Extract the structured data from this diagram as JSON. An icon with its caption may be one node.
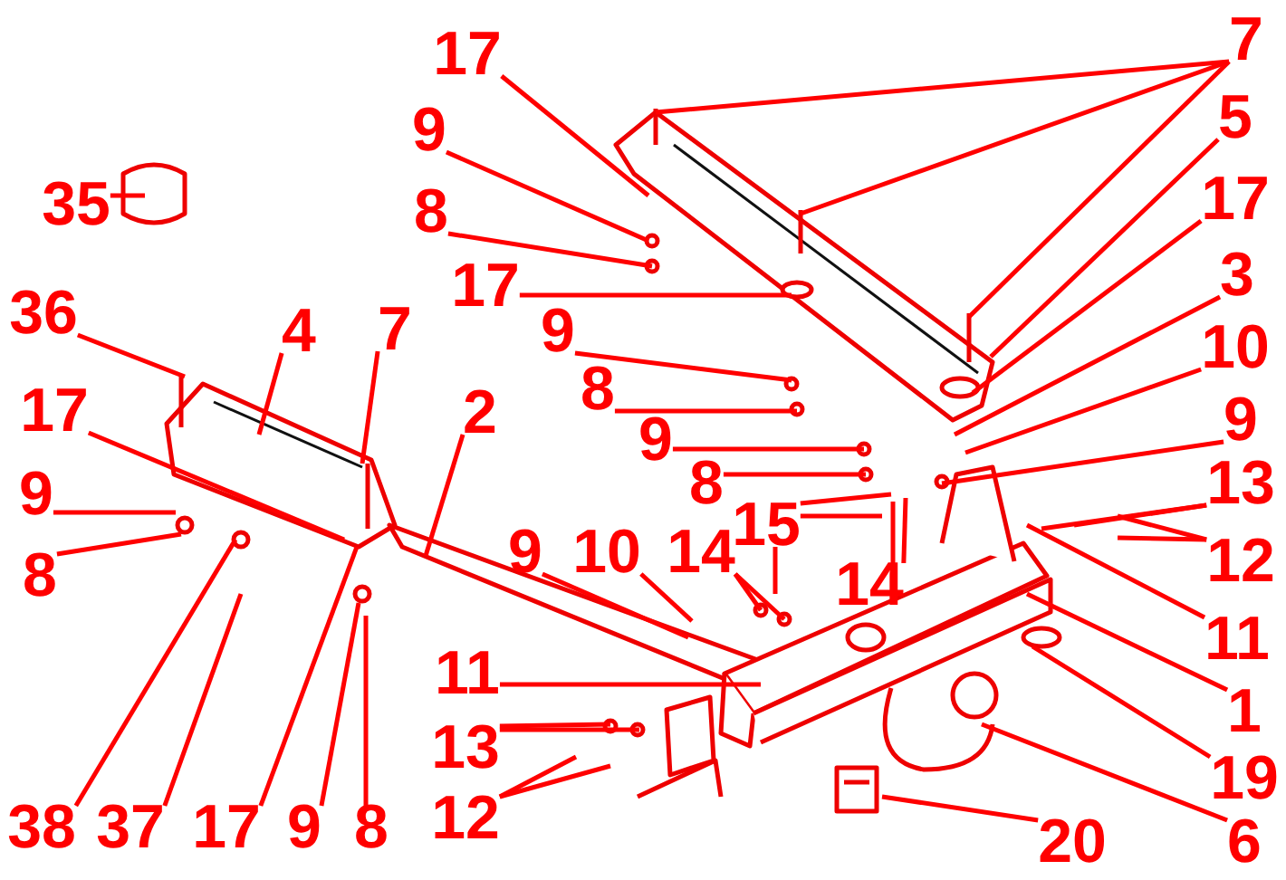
{
  "diagram": {
    "nodes": [
      {
        "text": [
          "17"
        ]
      },
      {
        "text": [
          "7"
        ]
      },
      {
        "text": [
          "9"
        ]
      },
      {
        "text": [
          "5"
        ]
      },
      {
        "text": [
          "35"
        ]
      },
      {
        "text": [
          "8"
        ]
      },
      {
        "text": [
          "17"
        ]
      },
      {
        "text": [
          "17"
        ]
      },
      {
        "text": [
          "3"
        ]
      },
      {
        "text": [
          "36"
        ]
      },
      {
        "text": [
          "4"
        ]
      },
      {
        "text": [
          "7"
        ]
      },
      {
        "text": [
          "9"
        ]
      },
      {
        "text": [
          "10"
        ]
      },
      {
        "text": [
          "8"
        ]
      },
      {
        "text": [
          "17"
        ]
      },
      {
        "text": [
          "2"
        ]
      },
      {
        "text": [
          "9"
        ]
      },
      {
        "text": [
          "9"
        ]
      },
      {
        "text": [
          "13"
        ]
      },
      {
        "text": [
          "8"
        ]
      },
      {
        "text": [
          "9"
        ]
      },
      {
        "text": [
          "15"
        ]
      },
      {
        "text": [
          "9"
        ]
      },
      {
        "text": [
          "10"
        ]
      },
      {
        "text": [
          "14"
        ]
      },
      {
        "text": [
          "12"
        ]
      },
      {
        "text": [
          "8"
        ]
      },
      {
        "text": [
          "14"
        ]
      },
      {
        "text": [
          "11"
        ]
      },
      {
        "text": [
          "11"
        ]
      },
      {
        "text": [
          "1"
        ]
      },
      {
        "text": [
          "13"
        ]
      },
      {
        "text": [
          "19"
        ]
      },
      {
        "text": [
          "12"
        ]
      },
      {
        "text": [
          "38"
        ]
      },
      {
        "text": [
          "37"
        ]
      },
      {
        "text": [
          "17"
        ]
      },
      {
        "text": [
          "9"
        ]
      },
      {
        "text": [
          "8"
        ]
      },
      {
        "text": [
          "20"
        ]
      },
      {
        "text": [
          "6"
        ]
      }
    ],
    "edges": [
      {
        "from": 0,
        "to": null,
        "arrow": "none"
      },
      {
        "from": 1,
        "to": null,
        "arrow": "none"
      },
      {
        "from": 1,
        "to": null,
        "arrow": "none"
      },
      {
        "from": 1,
        "to": null,
        "arrow": "none"
      },
      {
        "from": 2,
        "to": null,
        "arrow": "none"
      },
      {
        "from": 3,
        "to": null,
        "arrow": "none"
      },
      {
        "from": 4,
        "to": null,
        "arrow": "none"
      },
      {
        "from": 5,
        "to": null,
        "arrow": "none"
      },
      {
        "from": 6,
        "to": null,
        "arrow": "none"
      },
      {
        "from": 7,
        "to": null,
        "arrow": "none"
      },
      {
        "from": 8,
        "to": null,
        "arrow": "none"
      },
      {
        "from": 9,
        "to": null,
        "arrow": "none"
      },
      {
        "from": 10,
        "to": null,
        "arrow": "none"
      },
      {
        "from": 11,
        "to": null,
        "arrow": "none"
      },
      {
        "from": 12,
        "to": null,
        "arrow": "none"
      },
      {
        "from": 13,
        "to": null,
        "arrow": "none"
      },
      {
        "from": 14,
        "to": null,
        "arrow": "none"
      },
      {
        "from": 15,
        "to": null,
        "arrow": "none"
      },
      {
        "from": 16,
        "to": null,
        "arrow": "none"
      },
      {
        "from": 17,
        "to": null,
        "arrow": "none"
      },
      {
        "from": 18,
        "to": null,
        "arrow": "none"
      },
      {
        "from": 19,
        "to": null,
        "arrow": "none"
      },
      {
        "from": 19,
        "to": null,
        "arrow": "none"
      },
      {
        "from": 20,
        "to": null,
        "arrow": "none"
      },
      {
        "from": 21,
        "to": null,
        "arrow": "none"
      },
      {
        "from": 22,
        "to": null,
        "arrow": "none"
      },
      {
        "from": 22,
        "to": null,
        "arrow": "none"
      },
      {
        "from": 22,
        "to": null,
        "arrow": "none"
      },
      {
        "from": 23,
        "to": null,
        "arrow": "none"
      },
      {
        "from": 24,
        "to": null,
        "arrow": "none"
      },
      {
        "from": 25,
        "to": null,
        "arrow": "none"
      },
      {
        "from": 25,
        "to": null,
        "arrow": "none"
      },
      {
        "from": 26,
        "to": null,
        "arrow": "none"
      },
      {
        "from": 26,
        "to": null,
        "arrow": "none"
      },
      {
        "from": 27,
        "to": null,
        "arrow": "none"
      },
      {
        "from": 28,
        "to": null,
        "arrow": "none"
      },
      {
        "from": 28,
        "to": null,
        "arrow": "none"
      },
      {
        "from": 29,
        "to": null,
        "arrow": "none"
      },
      {
        "from": 30,
        "to": null,
        "arrow": "none"
      },
      {
        "from": 31,
        "to": null,
        "arrow": "none"
      },
      {
        "from": 32,
        "to": null,
        "arrow": "none"
      },
      {
        "from": 32,
        "to": null,
        "arrow": "none"
      },
      {
        "from": 33,
        "to": null,
        "arrow": "none"
      },
      {
        "from": 34,
        "to": null,
        "arrow": "none"
      },
      {
        "from": 34,
        "to": null,
        "arrow": "none"
      },
      {
        "from": 35,
        "to": null,
        "arrow": "none"
      },
      {
        "from": 36,
        "to": null,
        "arrow": "none"
      },
      {
        "from": 37,
        "to": null,
        "arrow": "none"
      },
      {
        "from": 38,
        "to": null,
        "arrow": "none"
      },
      {
        "from": 39,
        "to": null,
        "arrow": "none"
      },
      {
        "from": 40,
        "to": null,
        "arrow": "none"
      },
      {
        "from": 41,
        "to": null,
        "arrow": "none"
      }
    ]
  }
}
